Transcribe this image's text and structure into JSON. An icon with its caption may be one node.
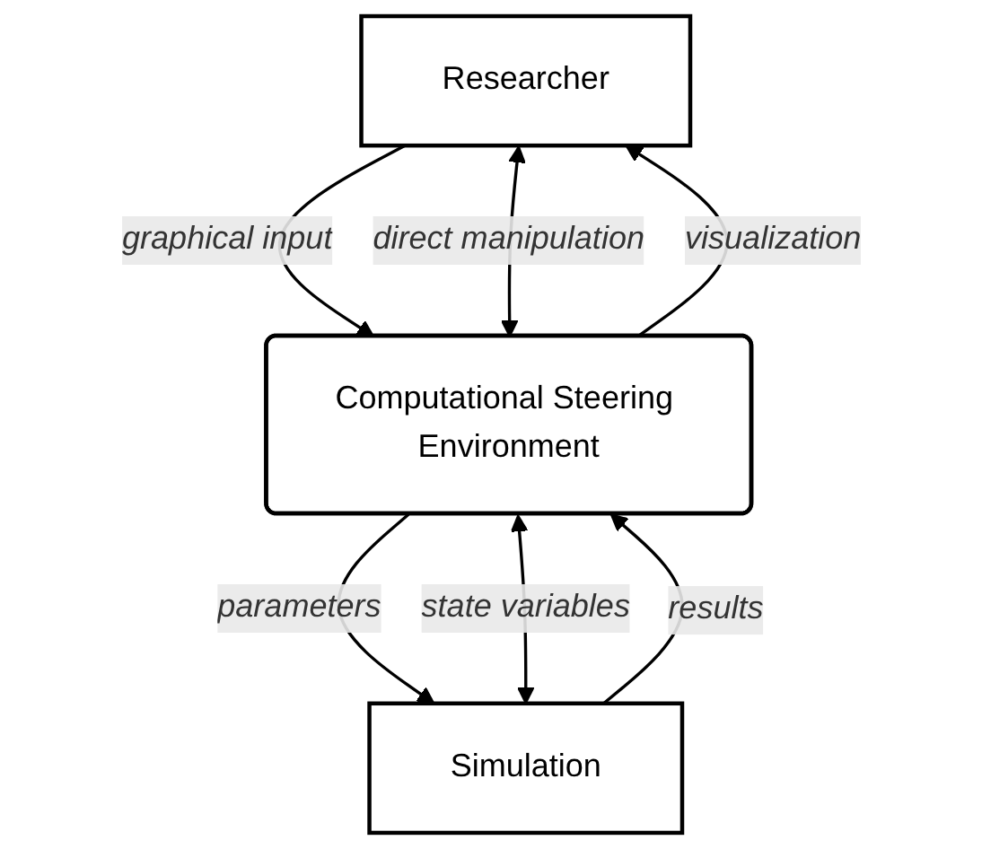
{
  "diagram": {
    "nodes": [
      {
        "text": [
          "Researcher"
        ]
      },
      {
        "text": [
          "Computational Steering Environment"
        ]
      },
      {
        "text": [
          "Simulation"
        ]
      }
    ],
    "edges": [
      {
        "from": 0,
        "to": 1,
        "arrow": "to",
        "label": "graphical input"
      },
      {
        "from": 0,
        "to": 1,
        "arrow": "both",
        "label": "direct manipulation"
      },
      {
        "from": 1,
        "to": 0,
        "arrow": "to",
        "label": "visualization"
      },
      {
        "from": 1,
        "to": 2,
        "arrow": "to",
        "label": "parameters"
      },
      {
        "from": 1,
        "to": 2,
        "arrow": "both",
        "label": "state variables"
      },
      {
        "from": 2,
        "to": 1,
        "arrow": "to",
        "label": "results"
      }
    ]
  }
}
